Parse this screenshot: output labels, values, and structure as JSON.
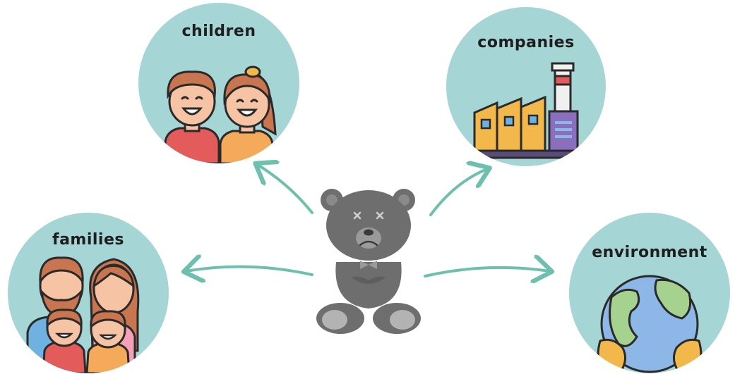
{
  "diagram": {
    "nodes": {
      "children": "children",
      "companies": "companies",
      "families": "families",
      "environment": "environment"
    },
    "colors": {
      "circle": "#a6d5d5",
      "arrow": "#6dc0ad",
      "bear": "#6e6e6e",
      "skin": "#f6c3a5",
      "hair": "#c97650",
      "factory": "#f2b84b",
      "earth_water": "#8cb7e6",
      "earth_land": "#a6d28f"
    },
    "icons": [
      "children-icon",
      "factory-icon",
      "family-icon",
      "earth-in-hands-icon",
      "sad-teddy-bear-icon"
    ]
  }
}
